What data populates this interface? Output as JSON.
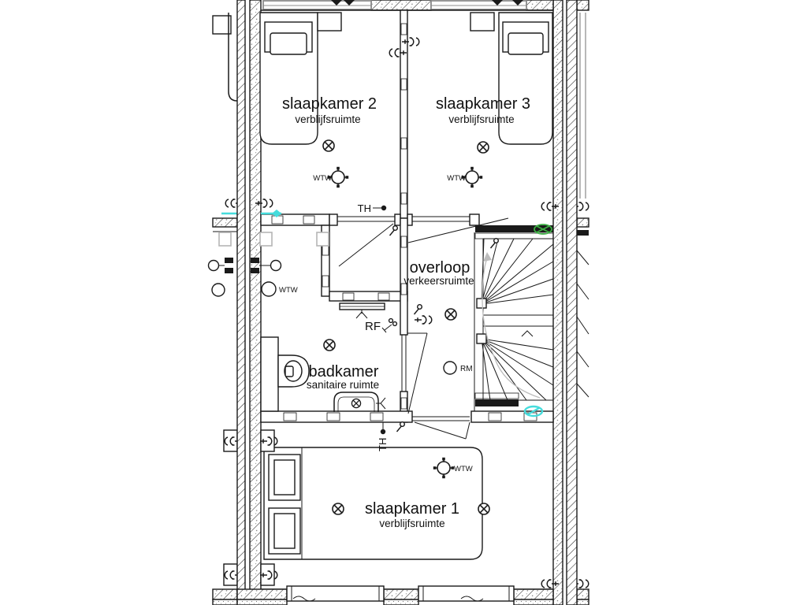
{
  "rooms": [
    {
      "name": "slaapkamer 2",
      "type": "verblijfsruimte"
    },
    {
      "name": "slaapkamer 3",
      "type": "verblijfsruimte"
    },
    {
      "name": "overloop",
      "type": "verkeersruimte"
    },
    {
      "name": "badkamer",
      "type": "sanitaire ruimte"
    },
    {
      "name": "slaapkamer 1",
      "type": "verblijfsruimte"
    }
  ],
  "labels": {
    "wtw": "WTW",
    "th": "TH",
    "rf": "RF",
    "rm": "RM"
  },
  "colors": {
    "line": "#1a1a1a",
    "ventilation_valve_green": "#3cb043",
    "water_cyan": "#45dcdc",
    "window_gray": "#8c8c8c"
  }
}
